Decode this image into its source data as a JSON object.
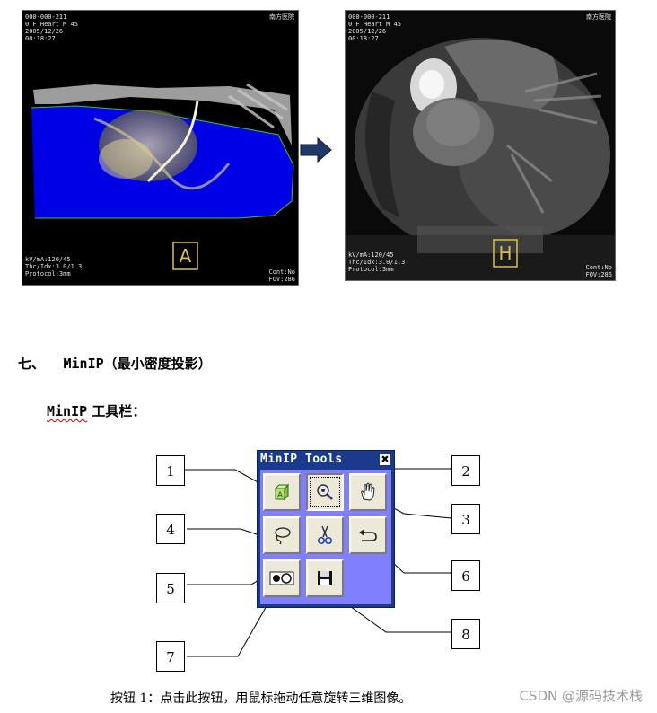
{
  "panel_a": {
    "top_left": "000-000-211\n0 F Heart M 45\n2005/12/26\n00:18:27",
    "top_right": "南方医院",
    "bottom_left": "kV/mA:120/45\nThc/Idx:3.0/1.3\nProtocol:3mm",
    "bottom_right": "Cont:No\nFOV:286",
    "orientation": "A"
  },
  "panel_b": {
    "top_left": "000-000-211\n0 F Heart M 45\n2005/12/26\n00:18:27",
    "top_right": "南方医院",
    "bottom_left": "kV/mA:120/45\nThc/Idx:3.0/1.3\nProtocol:3mm",
    "bottom_right": "Cont:No\nFOV:286",
    "orientation": "H"
  },
  "section": {
    "number": "七、",
    "title_en": "MinIP",
    "title_zh": "（最小密度投影）"
  },
  "toolbar_heading": {
    "en": "MinIP",
    "zh": " 工具栏："
  },
  "toolbar": {
    "title": "MinIP Tools",
    "close_glyph": "✖",
    "buttons": [
      {
        "icon": "rotate-3d-cube-icon"
      },
      {
        "icon": "zoom-magnifier-icon",
        "pressed": true
      },
      {
        "icon": "pan-hand-icon"
      },
      {
        "icon": "lasso-icon"
      },
      {
        "icon": "scissors-cut-icon"
      },
      {
        "icon": "undo-arrow-icon"
      },
      {
        "icon": "toggle-view-icon"
      },
      {
        "icon": "save-floppy-icon"
      }
    ]
  },
  "callouts": [
    "1",
    "2",
    "3",
    "4",
    "5",
    "6",
    "7",
    "8"
  ],
  "caption": "按钮 1：点击此按钮，用鼠标拖动任意旋转三维图像。",
  "watermark": "CSDN @源码技术栈"
}
